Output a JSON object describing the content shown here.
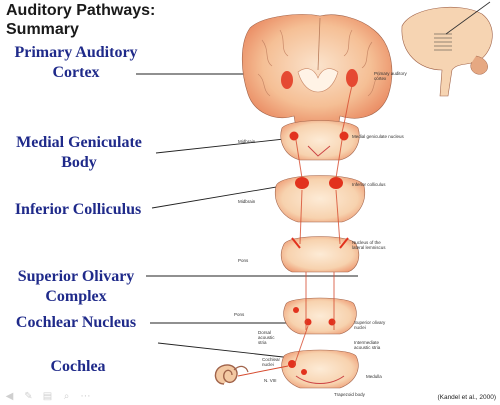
{
  "title": {
    "line1": "Auditory Pathways:",
    "line2": "Summary"
  },
  "labels": {
    "primary_auditory_cortex_line1": "Primary Auditory",
    "primary_auditory_cortex_line2": "Cortex",
    "medial_geniculate_line1": "Medial Geniculate",
    "medial_geniculate_line2": "Body",
    "inferior_colliculus": "Inferior Colliculus",
    "superior_olivary_line1": "Superior Olivary",
    "superior_olivary_line2": "Complex",
    "cochlear_nucleus": "Cochlear Nucleus",
    "cochlea": "Cochlea"
  },
  "small_labels": {
    "primary_auditory_cortex_line1": "Primary auditory",
    "primary_auditory_cortex_line2": "cortex",
    "midbrain_1": "Midbrain",
    "medial_geniculate_nucleus": "Medial geniculate nucleus",
    "midbrain_2": "Midbrain",
    "inferior_colliculus": "Inferior colliculus",
    "nucleus_lateral_lemniscus_1": "Nucleus of the",
    "nucleus_lateral_lemniscus_2": "lateral lemniscus",
    "pons_1": "Pons",
    "pons_2": "Pons",
    "superior_olivary_nuclei_1": "Superior olivary",
    "superior_olivary_nuclei_2": "nuclei",
    "dorsal_acoustic_stria_1": "Dorsal",
    "dorsal_acoustic_stria_2": "acoustic",
    "dorsal_acoustic_stria_3": "stria",
    "intermediate_acoustic_stria_1": "Intermediate",
    "intermediate_acoustic_stria_2": "acoustic stria",
    "cochlear_nuclei_1": "Cochlear",
    "cochlear_nuclei_2": "nuclei",
    "n_viii": "N. VIII",
    "medulla": "Medulla",
    "trapezoid_body": "Trapezoid body"
  },
  "credit": "(Kandel et al., 2000)",
  "colors": {
    "label_blue": "#1f2a8a",
    "tissue": "#f6d7b8",
    "nucleus_red": "#e2321d"
  }
}
